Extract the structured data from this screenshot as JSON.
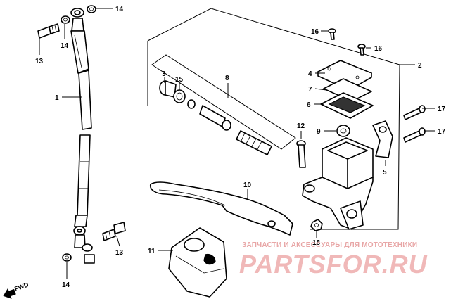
{
  "callouts": {
    "c1": "1",
    "c2": "2",
    "c3": "3",
    "c4": "4",
    "c5": "5",
    "c6": "6",
    "c7": "7",
    "c8": "8",
    "c9": "9",
    "c10": "10",
    "c11": "11",
    "c12": "12",
    "c13a": "13",
    "c13b": "13",
    "c14a": "14",
    "c14b": "14",
    "c14c": "14",
    "c15": "15",
    "c16a": "16",
    "c16b": "16",
    "c17a": "17",
    "c17b": "17",
    "c18": "18"
  },
  "direction_label": "FWD",
  "watermark": {
    "caption": "ЗАПЧАСТИ И АКСЕССУАРЫ ДЛЯ МОТОТЕХНИКИ",
    "brand": "PARTSFOR.RU"
  }
}
